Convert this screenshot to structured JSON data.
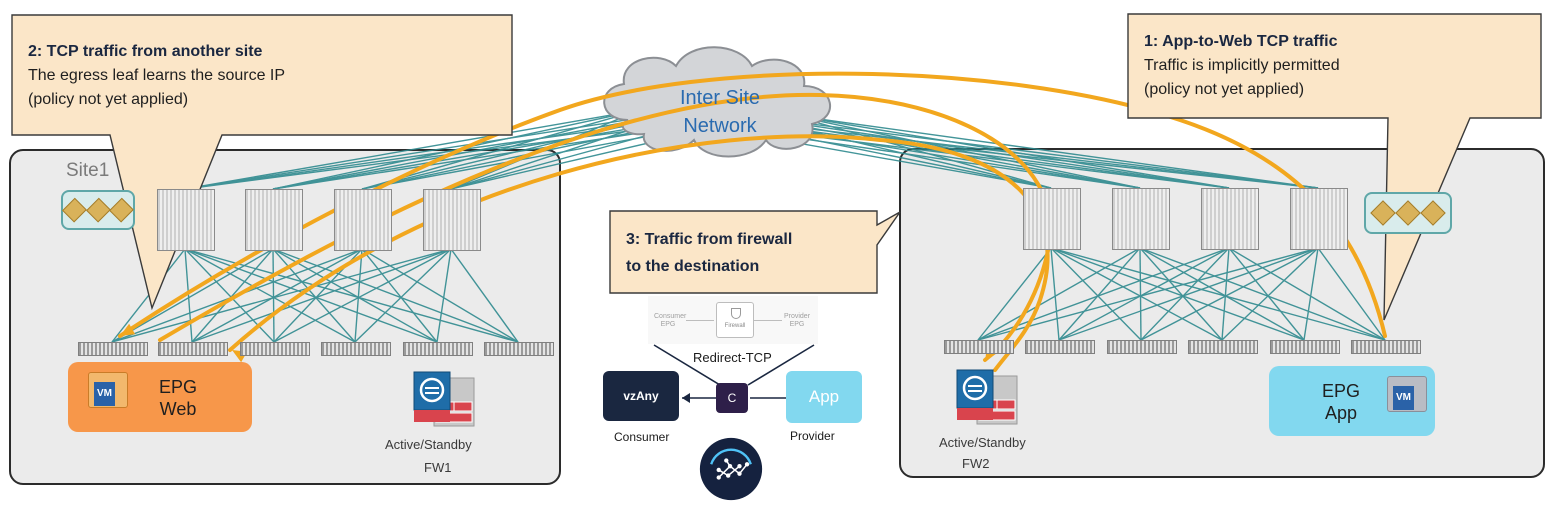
{
  "callouts": {
    "left": {
      "title": "2: TCP traffic from another site",
      "line1": "The egress leaf learns the source IP",
      "line2": "(policy not yet applied)"
    },
    "right": {
      "title": "1: App-to-Web TCP traffic",
      "line1": "Traffic is implicitly permitted",
      "line2": "(policy not yet applied)"
    },
    "middle": {
      "line1": "3: Traffic from firewall",
      "line2": "to the destination"
    }
  },
  "network": {
    "line1": "Inter Site",
    "line2": "Network"
  },
  "site1": {
    "title": "Site1",
    "epg": {
      "line1": "EPG",
      "line2": "Web",
      "color": "#f7974a"
    },
    "fw_status": "Active/Standby",
    "fw_name": "FW1"
  },
  "site2": {
    "epg": {
      "line1": "EPG",
      "line2": "App",
      "color": "#82d8ef"
    },
    "fw_status": "Active/Standby",
    "fw_name": "FW2"
  },
  "contract": {
    "service_graph": {
      "consumer": "Consumer EPG",
      "node": "Firewall",
      "provider": "Provider EPG"
    },
    "redirect_label": "Redirect-TCP",
    "consumer_node": "vzAny",
    "consumer_label": "Consumer",
    "contract_node": "C",
    "provider_node": "App",
    "provider_label": "Provider"
  },
  "icons": [
    "vm-icon",
    "firewall-icon",
    "apic-icon",
    "cloud-icon",
    "orchestrator-icon"
  ],
  "colors": {
    "traffic": "#f2a71e",
    "mesh": "#2f8a8f",
    "callout": "#fbe6c8",
    "site_border": "#2b2b2b"
  }
}
